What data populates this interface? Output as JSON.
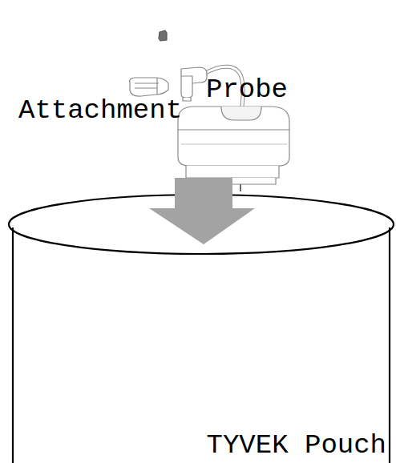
{
  "diagram": {
    "nodes": [
      {
        "text": [
          "TYVEK Pouch"
        ]
      }
    ],
    "labels": [
      "Probe",
      "Attachment"
    ]
  }
}
